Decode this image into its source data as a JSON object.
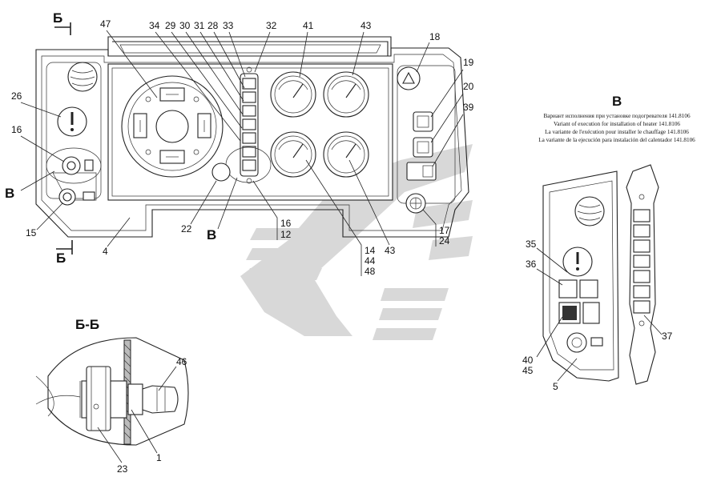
{
  "section_b": {
    "label": "Б",
    "title": "Б-Б"
  },
  "view_v": {
    "label": "В",
    "title": "В",
    "notes": [
      "Вариант исполнения при установке подогревателя 141.8106",
      "Variant of execution for installation of heater 141.8106",
      "La variante de l'exécution pour installer le chauffage 141.8106",
      "La variante de la ejecución para instalación del calentador 141.8106"
    ]
  },
  "callouts": {
    "c47": "47",
    "c34": "34",
    "c29": "29",
    "c30": "30",
    "c31": "31",
    "c28": "28",
    "c33": "33",
    "c32": "32",
    "c41": "41",
    "c43a": "43",
    "c18": "18",
    "c19": "19",
    "c20": "20",
    "c39": "39",
    "c26": "26",
    "c16a": "16",
    "c15": "15",
    "c4": "4",
    "c22": "22",
    "c16b": "16",
    "c12": "12",
    "c14": "14",
    "c44": "44",
    "c48": "48",
    "c43b": "43",
    "c17": "17",
    "c24": "24",
    "c35": "35",
    "c36": "36",
    "c37": "37",
    "c40": "40",
    "c45": "45",
    "c5": "5",
    "c46": "46",
    "c23": "23",
    "c1": "1"
  },
  "icons": [
    "hazard-switch-icon",
    "warning-lamp-icon",
    "gauge-icon",
    "indicator-lamp-icon",
    "ignition-lock-icon",
    "heater-switch-icon"
  ],
  "colors": {
    "line": "#222222",
    "watermark": "#d8d8d8",
    "background": "#ffffff"
  }
}
